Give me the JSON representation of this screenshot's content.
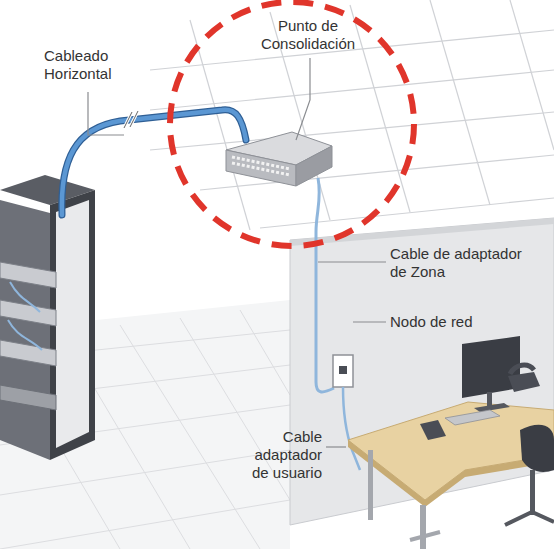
{
  "diagram": {
    "labels": [
      "Cableado Horizontal",
      "Punto de Consolidación",
      "Cable de adaptador de Zona",
      "Nodo de red",
      "Cable adaptador de usuario"
    ]
  }
}
